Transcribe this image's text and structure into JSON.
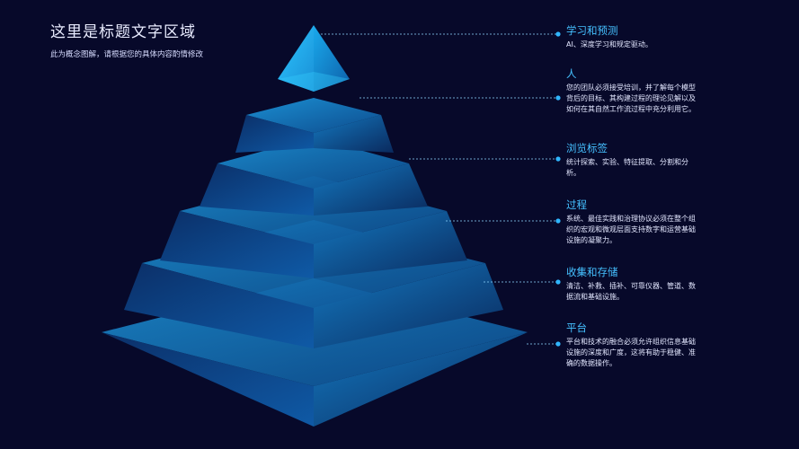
{
  "header": {
    "title": "这里是标题文字区域",
    "subtitle": "此为概念图解，请根据您的具体内容酌情修改"
  },
  "colors": {
    "background": "#07092a",
    "accent": "#45c0ff",
    "leader_line": "#8fd6ff"
  },
  "layers": [
    {
      "heading": "学习和预测",
      "desc": "AI、深度学习和规定驱动。"
    },
    {
      "heading": "人",
      "desc": "您的团队必须接受培训，并了解每个模型背后的目标、其构建过程的理论见解以及如何在其自然工作流过程中充分利用它。"
    },
    {
      "heading": "浏览标签",
      "desc": "统计探索、实验、特征提取、分割和分析。"
    },
    {
      "heading": "过程",
      "desc": "系统、最佳实践和治理协议必须在整个组织的宏观和微观层面支持数字和运营基础设施的凝聚力。"
    },
    {
      "heading": "收集和存储",
      "desc": "清洁、补救、插补、可靠仪器、管道、数据流和基础设施。"
    },
    {
      "heading": "平台",
      "desc": "平台和技术的融合必须允许组织信息基础设施的深度和广度，这将有助于稳健、准确的数据操作。"
    }
  ]
}
